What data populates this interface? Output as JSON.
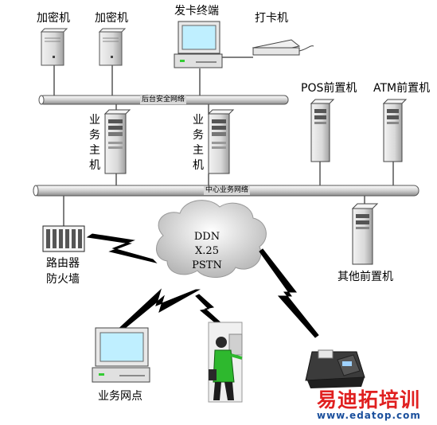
{
  "labels": {
    "encryptor_1": "加密机",
    "encryptor_2": "加密机",
    "issuing_terminal": "发卡终端",
    "card_printer": "打卡机",
    "back_office_network": "后台安全网络",
    "host_1": "业务主机",
    "host_2": "业务主机",
    "pos_frontend": "POS前置机",
    "atm_frontend": "ATM前置机",
    "central_network": "中心业务网络",
    "router_firewall_line1": "路由器",
    "router_firewall_line2": "防火墙",
    "cloud_line1": "DDN",
    "cloud_line2": "X.25",
    "cloud_line3": "PSTN",
    "other_frontend": "其他前置机",
    "branch": "业务网点"
  },
  "watermark": {
    "brand": "易迪拓培训",
    "url": "www.edatop.com"
  },
  "colors": {
    "screen": "#bfefff",
    "bus": "#d8d8d8",
    "node_green": "#33cc33",
    "watermark_red": "#e02020",
    "watermark_blue": "#1a4f9c"
  }
}
